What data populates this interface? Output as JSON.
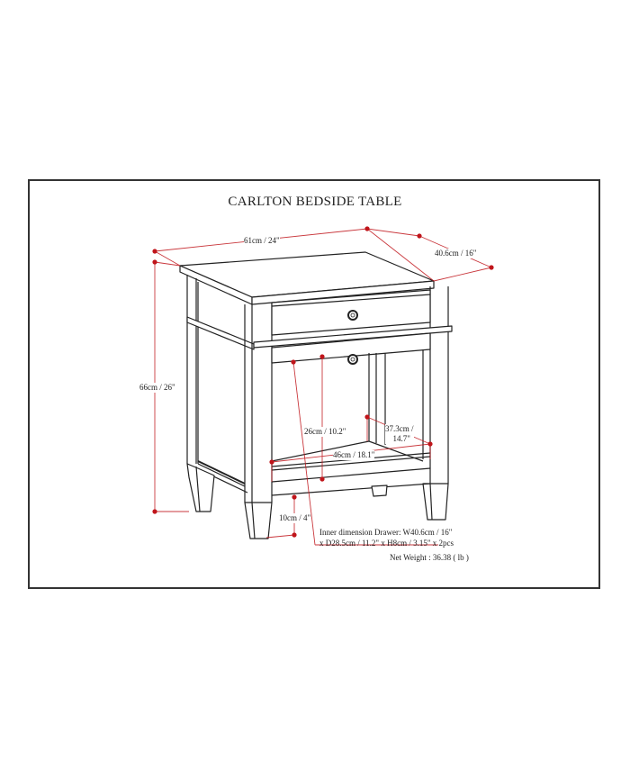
{
  "diagram": {
    "title": "CARLTON BEDSIDE TABLE",
    "accent_color": "#c0151b",
    "line_color": "#222222",
    "dimensions": {
      "width": "61cm / 24\"",
      "depth": "40.6cm / 16\"",
      "height": "66cm / 26\"",
      "shelf_opening_height": "26cm / 10.2\"",
      "shelf_depth_line1": "37.3cm /",
      "shelf_depth_line2": "14.7\"",
      "shelf_width": "46cm / 18.1\"",
      "leg_clearance": "10cm / 4\""
    },
    "notes": {
      "drawer_line1": "Inner dimension Drawer: W40.6cm / 16\"",
      "drawer_line2": "x D28.5cm / 11.2\" x H8cm / 3.15\" x 2pcs",
      "net_weight": "Net Weight : 36.38 ( lb )"
    }
  }
}
